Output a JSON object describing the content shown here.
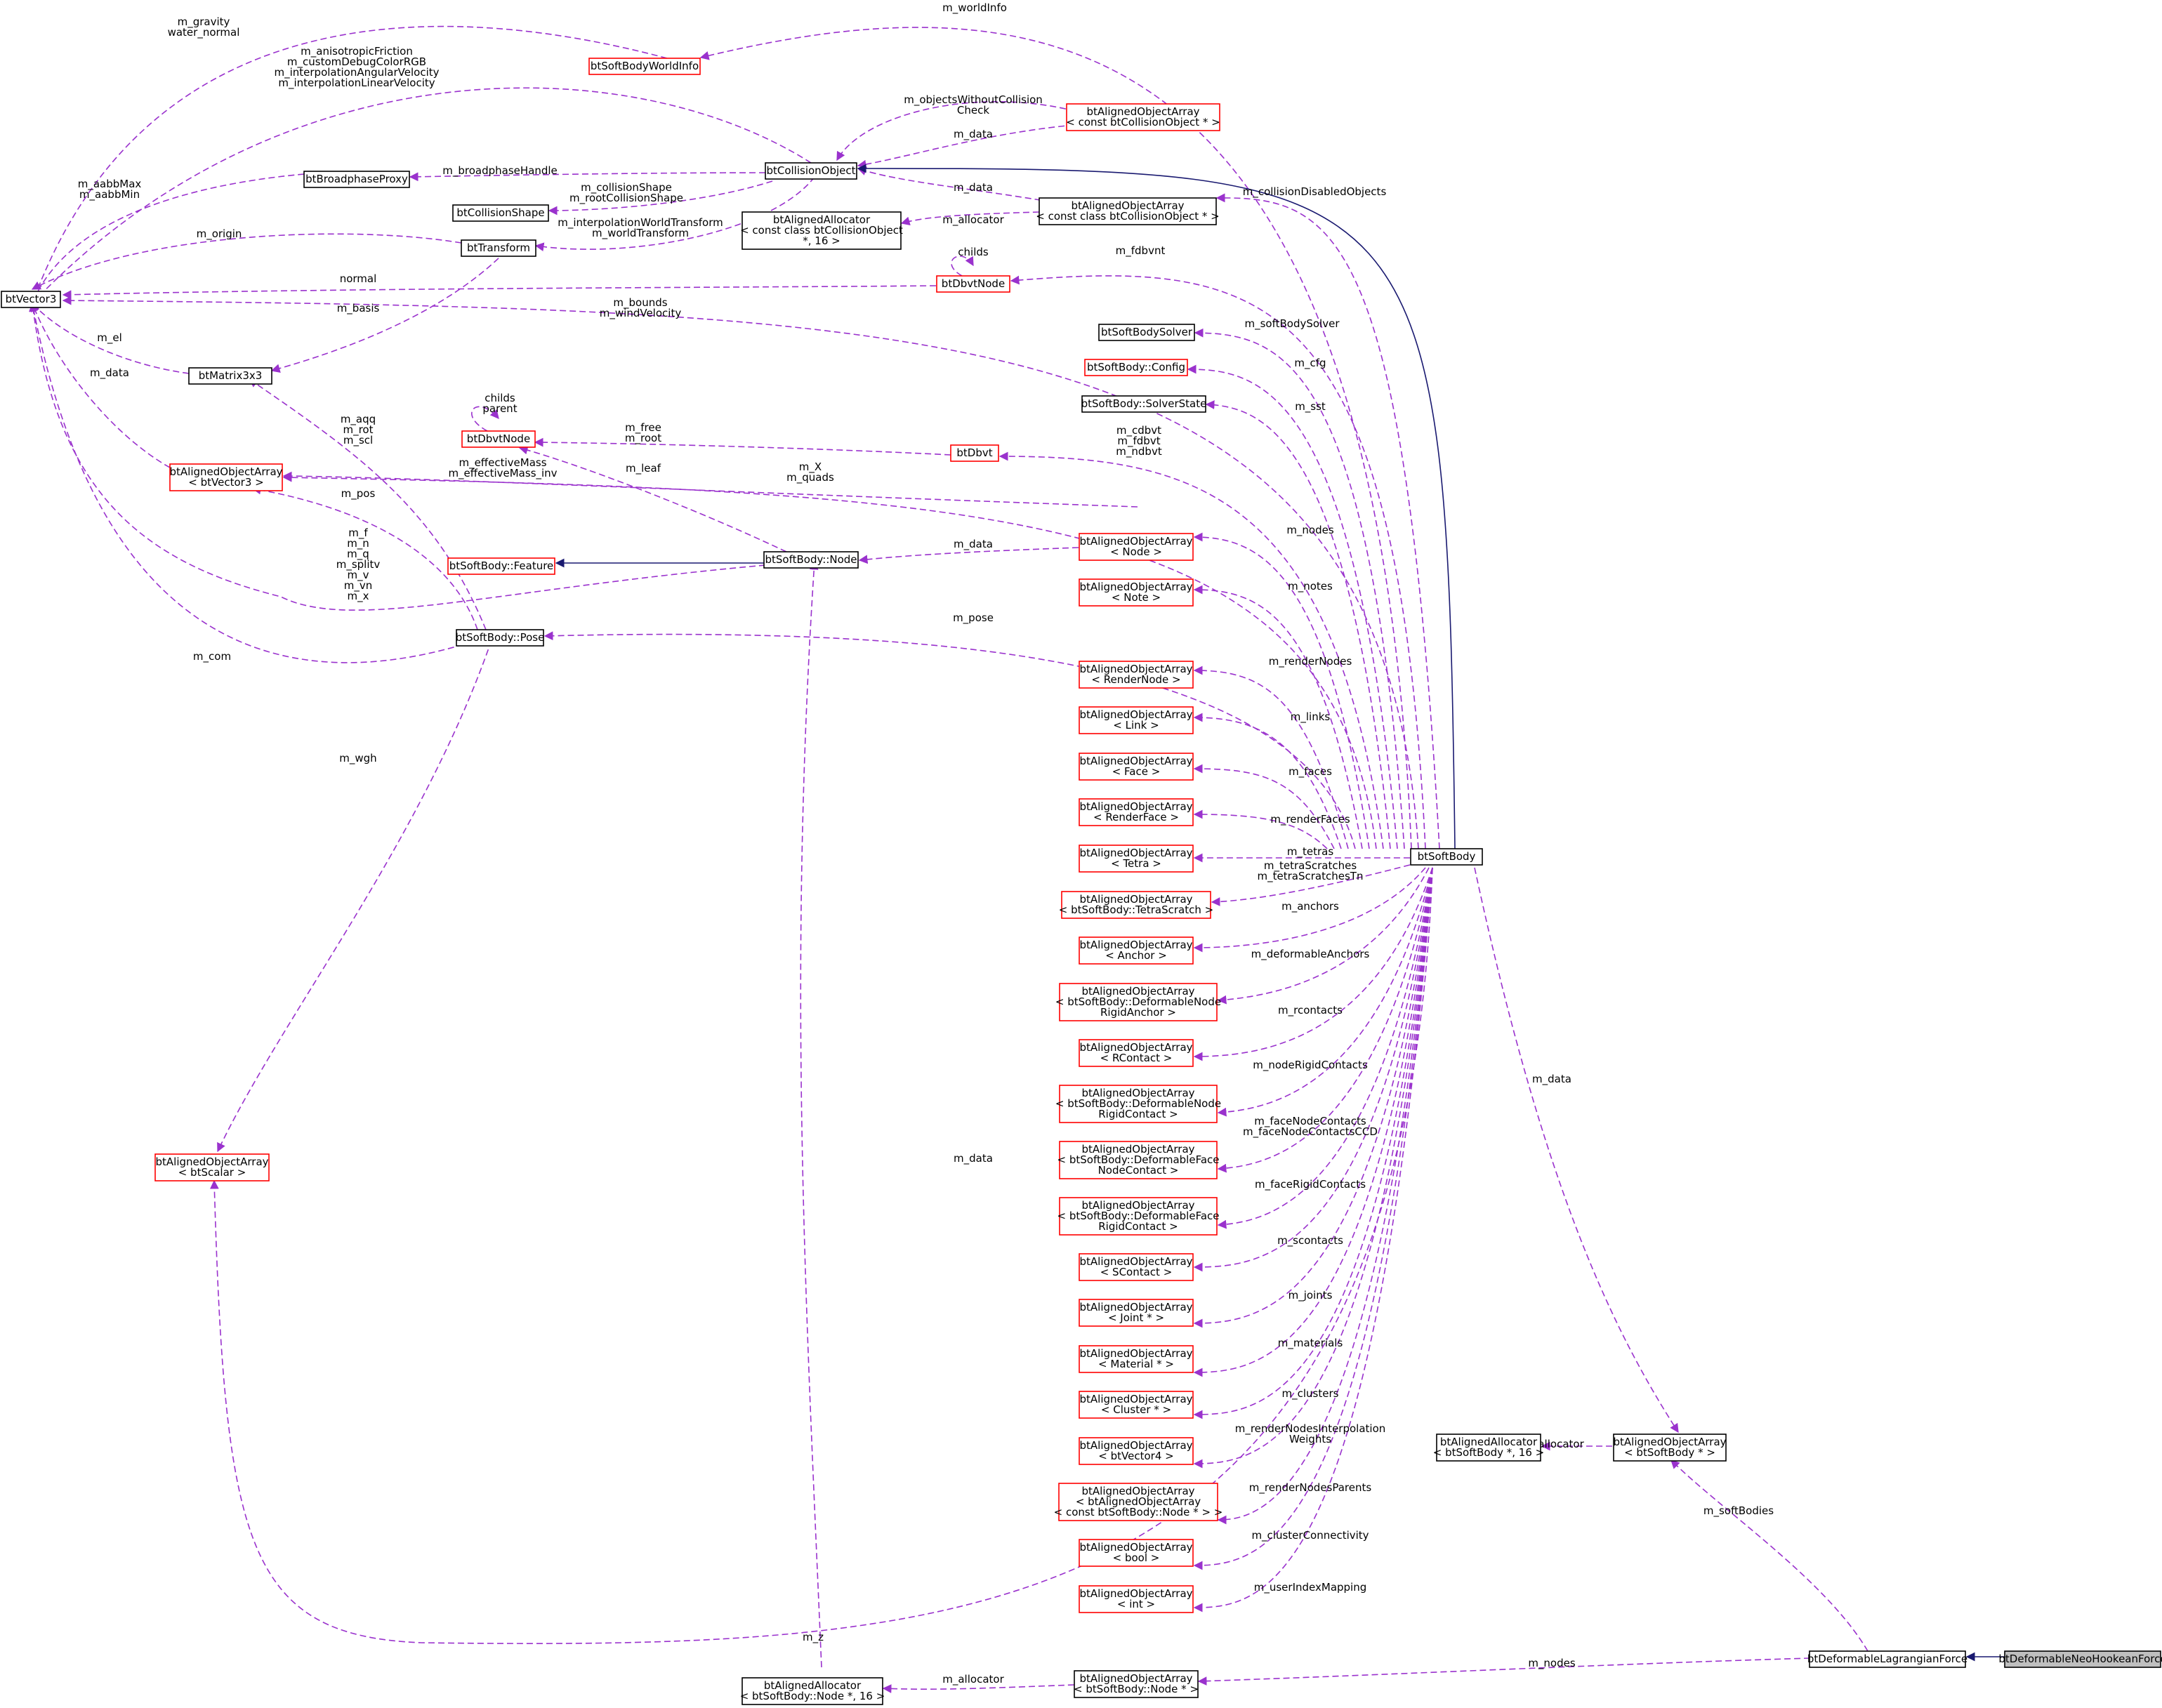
{
  "nodes": {
    "btVector3": {
      "lines": [
        "btVector3"
      ],
      "border": "black"
    },
    "btSoftBodyWorldInfo": {
      "lines": [
        "btSoftBodyWorldInfo"
      ],
      "border": "red"
    },
    "btCollisionObject": {
      "lines": [
        "btCollisionObject"
      ],
      "border": "black"
    },
    "btAOA_constCollObj": {
      "lines": [
        "btAlignedObjectArray",
        "< const btCollisionObject * >"
      ],
      "border": "red"
    },
    "btBroadphaseProxy": {
      "lines": [
        "btBroadphaseProxy"
      ],
      "border": "black"
    },
    "btCollisionShape": {
      "lines": [
        "btCollisionShape"
      ],
      "border": "black"
    },
    "btAOA_constClassCollObj": {
      "lines": [
        "btAlignedObjectArray",
        "< const class btCollisionObject * >"
      ],
      "border": "black"
    },
    "btAlignedAllocator_coll": {
      "lines": [
        "btAlignedAllocator",
        "< const class btCollisionObject",
        "*, 16 >"
      ],
      "border": "black"
    },
    "btTransform": {
      "lines": [
        "btTransform"
      ],
      "border": "black"
    },
    "btDbvtNode_top": {
      "lines": [
        "btDbvtNode"
      ],
      "border": "red"
    },
    "btSoftBodySolver": {
      "lines": [
        "btSoftBodySolver"
      ],
      "border": "black"
    },
    "btMatrix3x3": {
      "lines": [
        "btMatrix3x3"
      ],
      "border": "black"
    },
    "btSoftBodyConfig": {
      "lines": [
        "btSoftBody::Config"
      ],
      "border": "red"
    },
    "btSoftBodySolverState": {
      "lines": [
        "btSoftBody::SolverState"
      ],
      "border": "black"
    },
    "btDbvtNode_mid": {
      "lines": [
        "btDbvtNode"
      ],
      "border": "red"
    },
    "btDbvt": {
      "lines": [
        "btDbvt"
      ],
      "border": "red"
    },
    "btAOA_btVector3": {
      "lines": [
        "btAlignedObjectArray",
        "< btVector3 >"
      ],
      "border": "red"
    },
    "btAOA_Node": {
      "lines": [
        "btAlignedObjectArray",
        "< Node >"
      ],
      "border": "red"
    },
    "btSoftBodyFeature": {
      "lines": [
        "btSoftBody::Feature"
      ],
      "border": "red"
    },
    "btSoftBodyNode": {
      "lines": [
        "btSoftBody::Node"
      ],
      "border": "black"
    },
    "btAOA_Note": {
      "lines": [
        "btAlignedObjectArray",
        "< Note >"
      ],
      "border": "red"
    },
    "btSoftBodyPose": {
      "lines": [
        "btSoftBody::Pose"
      ],
      "border": "black"
    },
    "btAOA_RenderNode": {
      "lines": [
        "btAlignedObjectArray",
        "< RenderNode >"
      ],
      "border": "red"
    },
    "btAOA_Link": {
      "lines": [
        "btAlignedObjectArray",
        "< Link >"
      ],
      "border": "red"
    },
    "btAOA_Face": {
      "lines": [
        "btAlignedObjectArray",
        "< Face >"
      ],
      "border": "red"
    },
    "btAOA_RenderFace": {
      "lines": [
        "btAlignedObjectArray",
        "< RenderFace >"
      ],
      "border": "red"
    },
    "btSoftBody": {
      "lines": [
        "btSoftBody"
      ],
      "border": "black"
    },
    "btAOA_Tetra": {
      "lines": [
        "btAlignedObjectArray",
        "< Tetra >"
      ],
      "border": "red"
    },
    "btAOA_TetraScratch": {
      "lines": [
        "btAlignedObjectArray",
        "< btSoftBody::TetraScratch >"
      ],
      "border": "red"
    },
    "btAOA_Anchor": {
      "lines": [
        "btAlignedObjectArray",
        "< Anchor >"
      ],
      "border": "red"
    },
    "btAOA_DefNodeRigidAnchor": {
      "lines": [
        "btAlignedObjectArray",
        "< btSoftBody::DeformableNode",
        "RigidAnchor >"
      ],
      "border": "red"
    },
    "btAOA_RContact": {
      "lines": [
        "btAlignedObjectArray",
        "< RContact >"
      ],
      "border": "red"
    },
    "btAOA_DefNodeRigidContact": {
      "lines": [
        "btAlignedObjectArray",
        "< btSoftBody::DeformableNode",
        "RigidContact >"
      ],
      "border": "red"
    },
    "btAOA_btScalar": {
      "lines": [
        "btAlignedObjectArray",
        "< btScalar >"
      ],
      "border": "red"
    },
    "btAOA_DefFaceNodeContact": {
      "lines": [
        "btAlignedObjectArray",
        "< btSoftBody::DeformableFace",
        "NodeContact >"
      ],
      "border": "red"
    },
    "btAOA_DefFaceRigidContact": {
      "lines": [
        "btAlignedObjectArray",
        "< btSoftBody::DeformableFace",
        "RigidContact >"
      ],
      "border": "red"
    },
    "btAOA_SContact": {
      "lines": [
        "btAlignedObjectArray",
        "< SContact >"
      ],
      "border": "red"
    },
    "btAOA_Joint": {
      "lines": [
        "btAlignedObjectArray",
        "< Joint * >"
      ],
      "border": "red"
    },
    "btAOA_Material": {
      "lines": [
        "btAlignedObjectArray",
        "< Material * >"
      ],
      "border": "red"
    },
    "btAOA_Cluster": {
      "lines": [
        "btAlignedObjectArray",
        "< Cluster * >"
      ],
      "border": "red"
    },
    "btAlignedAllocator_sb": {
      "lines": [
        "btAlignedAllocator",
        "< btSoftBody *, 16 >"
      ],
      "border": "black"
    },
    "btAOA_btSoftBody": {
      "lines": [
        "btAlignedObjectArray",
        "< btSoftBody * >"
      ],
      "border": "black"
    },
    "btAOA_btVector4": {
      "lines": [
        "btAlignedObjectArray",
        "< btVector4 >"
      ],
      "border": "red"
    },
    "btAOA_AOA_constNode": {
      "lines": [
        "btAlignedObjectArray",
        "< btAlignedObjectArray",
        "< const btSoftBody::Node * > >"
      ],
      "border": "red"
    },
    "btAOA_bool": {
      "lines": [
        "btAlignedObjectArray",
        "< bool >"
      ],
      "border": "red"
    },
    "btAOA_int": {
      "lines": [
        "btAlignedObjectArray",
        "< int >"
      ],
      "border": "red"
    },
    "btDeformableLagrangianForce": {
      "lines": [
        "btDeformableLagrangianForce"
      ],
      "border": "black"
    },
    "btDeformableNeoHookeanForce": {
      "lines": [
        "btDeformableNeoHookeanForce"
      ],
      "border": "black"
    },
    "btAOA_NodePtr": {
      "lines": [
        "btAlignedObjectArray",
        "< btSoftBody::Node * >"
      ],
      "border": "black"
    },
    "btAlignedAllocator_node": {
      "lines": [
        "btAlignedAllocator",
        "< btSoftBody::Node *, 16 >"
      ],
      "border": "black"
    }
  },
  "edges": [
    {
      "id": "e1",
      "lines": [
        "m_gravity",
        "water_normal"
      ]
    },
    {
      "id": "e2",
      "lines": [
        "m_worldInfo"
      ]
    },
    {
      "id": "e3",
      "lines": [
        "m_anisotropicFriction",
        "m_customDebugColorRGB",
        "m_interpolationAngularVelocity",
        "m_interpolationLinearVelocity"
      ]
    },
    {
      "id": "e4",
      "lines": [
        "m_objectsWithoutCollision",
        "Check"
      ]
    },
    {
      "id": "e5",
      "lines": [
        "m_data"
      ]
    },
    {
      "id": "e6",
      "lines": [
        "m_aabbMax",
        "m_aabbMin"
      ]
    },
    {
      "id": "e7",
      "lines": [
        "m_broadphaseHandle"
      ]
    },
    {
      "id": "e8",
      "lines": [
        "m_collisionShape",
        "m_rootCollisionShape"
      ]
    },
    {
      "id": "e9",
      "lines": [
        "m_data"
      ]
    },
    {
      "id": "e10",
      "lines": [
        "m_collisionDisabledObjects"
      ]
    },
    {
      "id": "e11",
      "lines": [
        "m_allocator"
      ]
    },
    {
      "id": "e12",
      "lines": [
        "m_interpolationWorldTransform",
        "m_worldTransform"
      ]
    },
    {
      "id": "e13",
      "lines": [
        "m_origin"
      ]
    },
    {
      "id": "e14",
      "lines": [
        "childs"
      ]
    },
    {
      "id": "e15",
      "lines": [
        "m_fdbvnt"
      ]
    },
    {
      "id": "e16",
      "lines": [
        "normal"
      ]
    },
    {
      "id": "e17",
      "lines": [
        "m_bounds",
        "m_windVelocity"
      ]
    },
    {
      "id": "e18",
      "lines": [
        "m_softBodySolver"
      ]
    },
    {
      "id": "e19",
      "lines": [
        "m_basis"
      ]
    },
    {
      "id": "e20",
      "lines": [
        "m_el"
      ]
    },
    {
      "id": "e21",
      "lines": [
        "m_cfg"
      ]
    },
    {
      "id": "e22",
      "lines": [
        "m_sst"
      ]
    },
    {
      "id": "e23",
      "lines": [
        "m_data"
      ]
    },
    {
      "id": "e24",
      "lines": [
        "childs",
        "parent"
      ]
    },
    {
      "id": "e25",
      "lines": [
        "m_aqq",
        "m_rot",
        "m_scl"
      ]
    },
    {
      "id": "e26",
      "lines": [
        "m_free",
        "m_root"
      ]
    },
    {
      "id": "e27",
      "lines": [
        "m_cdbvt",
        "m_fdbvt",
        "m_ndbvt"
      ]
    },
    {
      "id": "e28",
      "lines": [
        "m_effectiveMass",
        "m_effectiveMass_inv"
      ]
    },
    {
      "id": "e29",
      "lines": [
        "m_leaf"
      ]
    },
    {
      "id": "e30",
      "lines": [
        "m_X",
        "m_quads"
      ]
    },
    {
      "id": "e31",
      "lines": [
        "m_pos"
      ]
    },
    {
      "id": "e32",
      "lines": [
        "m_nodes"
      ]
    },
    {
      "id": "e33",
      "lines": [
        "m_data"
      ]
    },
    {
      "id": "e34",
      "lines": [
        "m_f",
        "m_n",
        "m_q",
        "m_splitv",
        "m_v",
        "m_vn",
        "m_x"
      ]
    },
    {
      "id": "e35",
      "lines": [
        "m_notes"
      ]
    },
    {
      "id": "e36",
      "lines": [
        "m_pose"
      ]
    },
    {
      "id": "e37",
      "lines": [
        "m_com"
      ]
    },
    {
      "id": "e38",
      "lines": [
        "m_renderNodes"
      ]
    },
    {
      "id": "e39",
      "lines": [
        "m_links"
      ]
    },
    {
      "id": "e40",
      "lines": [
        "m_wgh"
      ]
    },
    {
      "id": "e41",
      "lines": [
        "m_faces"
      ]
    },
    {
      "id": "e42",
      "lines": [
        "m_renderFaces"
      ]
    },
    {
      "id": "e43",
      "lines": [
        "m_tetras"
      ]
    },
    {
      "id": "e44",
      "lines": [
        "m_tetraScratches",
        "m_tetraScratchesTn"
      ]
    },
    {
      "id": "e45",
      "lines": [
        "m_anchors"
      ]
    },
    {
      "id": "e46",
      "lines": [
        "m_deformableAnchors"
      ]
    },
    {
      "id": "e47",
      "lines": [
        "m_rcontacts"
      ]
    },
    {
      "id": "e48",
      "lines": [
        "m_nodeRigidContacts"
      ]
    },
    {
      "id": "e49",
      "lines": [
        "m_data"
      ]
    },
    {
      "id": "e50",
      "lines": [
        "m_faceNodeContacts",
        "m_faceNodeContactsCCD"
      ]
    },
    {
      "id": "e51",
      "lines": [
        "m_data"
      ]
    },
    {
      "id": "e52",
      "lines": [
        "m_faceRigidContacts"
      ]
    },
    {
      "id": "e53",
      "lines": [
        "m_scontacts"
      ]
    },
    {
      "id": "e54",
      "lines": [
        "m_joints"
      ]
    },
    {
      "id": "e55",
      "lines": [
        "m_materials"
      ]
    },
    {
      "id": "e56",
      "lines": [
        "m_clusters"
      ]
    },
    {
      "id": "e57",
      "lines": [
        "m_renderNodesInterpolation",
        "Weights"
      ]
    },
    {
      "id": "e58",
      "lines": [
        "m_allocator"
      ]
    },
    {
      "id": "e59",
      "lines": [
        "m_renderNodesParents"
      ]
    },
    {
      "id": "e60",
      "lines": [
        "m_softBodies"
      ]
    },
    {
      "id": "e61",
      "lines": [
        "m_clusterConnectivity"
      ]
    },
    {
      "id": "e62",
      "lines": [
        "m_userIndexMapping"
      ]
    },
    {
      "id": "e63",
      "lines": [
        "m_z"
      ]
    },
    {
      "id": "e64",
      "lines": [
        "m_nodes"
      ]
    },
    {
      "id": "e65",
      "lines": [
        "m_allocator"
      ]
    }
  ],
  "colors": {
    "usage_edge": "#9a32cd",
    "inherit_edge": "#191970",
    "red_border": "#ff0000",
    "black_border": "#000000",
    "highlight_fill": "#bfbfbf"
  }
}
